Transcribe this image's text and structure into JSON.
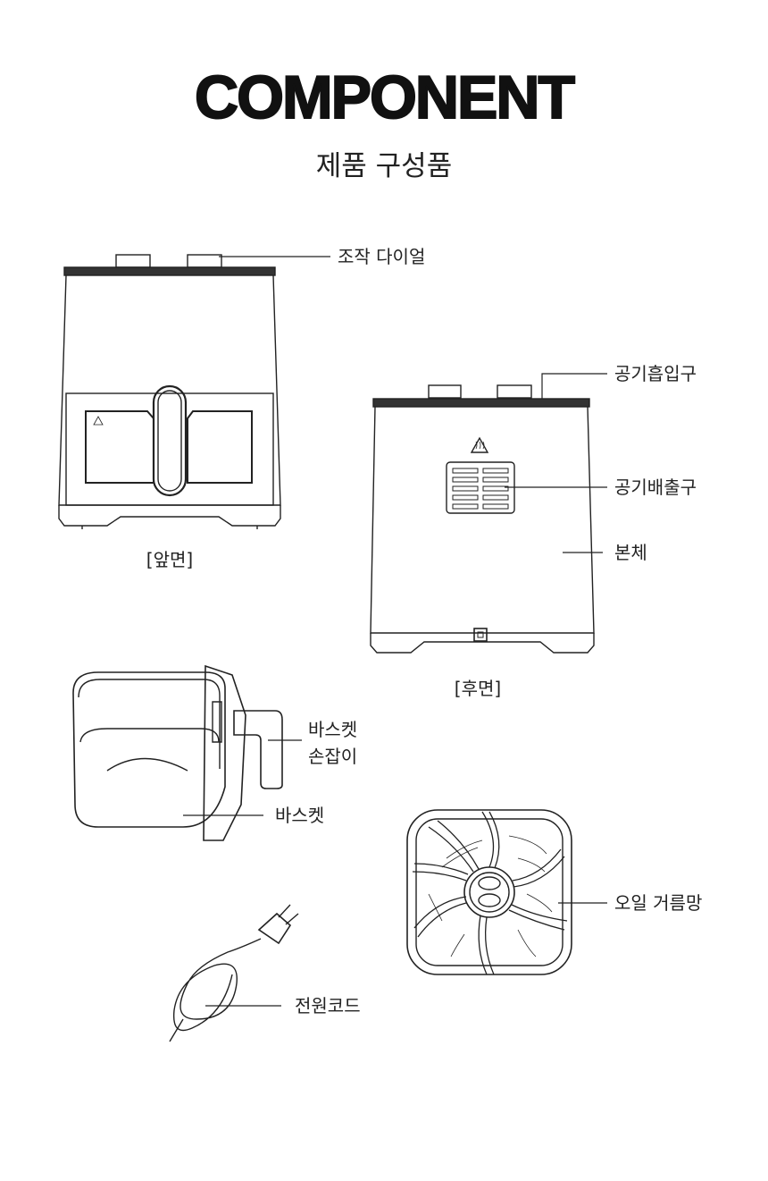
{
  "header": {
    "title": "COMPONENT",
    "subtitle": "제품 구성품"
  },
  "views": {
    "front": "[앞면]",
    "back": "[후면]"
  },
  "labels": {
    "dial": "조작 다이얼",
    "air_inlet": "공기흡입구",
    "air_outlet": "공기배출구",
    "body": "본체",
    "basket_handle_line1": "바스켓",
    "basket_handle_line2": "손잡이",
    "basket": "바스켓",
    "oil_filter": "오일 거름망",
    "power_cord": "전원코드"
  }
}
